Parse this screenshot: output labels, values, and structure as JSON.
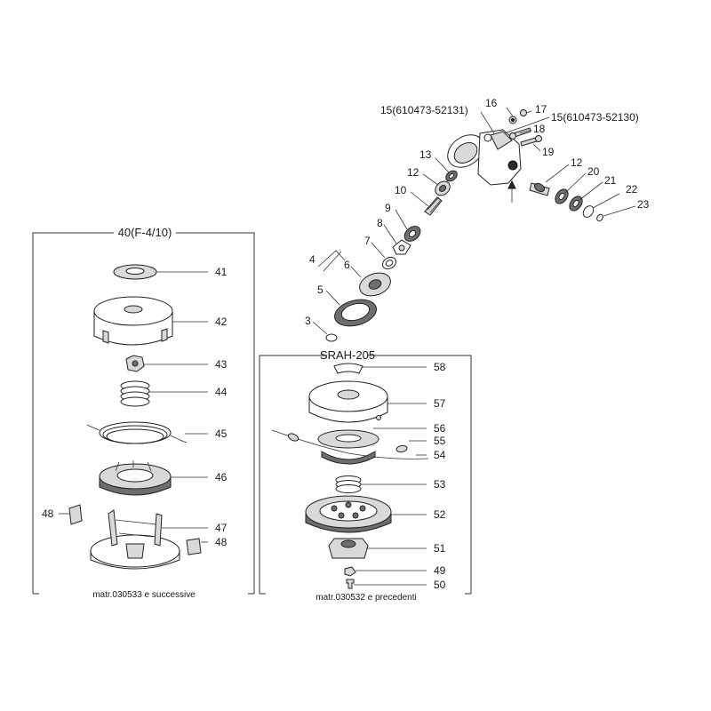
{
  "diagram": {
    "groups": {
      "left": {
        "title": "40(F-4/10)",
        "footer": "matr.030533 e successive"
      },
      "right": {
        "title": "SRAH-205",
        "footer": "matr.030532 e precedenti"
      }
    },
    "labels": {
      "p15a": "15(610473-52131)",
      "p16": "16",
      "p17": "17",
      "p15b": "15(610473-52130)",
      "p18": "18",
      "p19": "19",
      "p13": "13",
      "p12a": "12",
      "p12b": "12",
      "p20": "20",
      "p21": "21",
      "p22": "22",
      "p23": "23",
      "p10": "10",
      "p9": "9",
      "p8": "8",
      "p7": "7",
      "p4": "4",
      "p6": "6",
      "p5": "5",
      "p3": "3",
      "p41": "41",
      "p42": "42",
      "p43": "43",
      "p44": "44",
      "p45": "45",
      "p46": "46",
      "p47": "47",
      "p48a": "48",
      "p48b": "48",
      "p58": "58",
      "p57": "57",
      "p56": "56",
      "p55": "55",
      "p54": "54",
      "p53": "53",
      "p52": "52",
      "p51": "51",
      "p49": "49",
      "p50": "50"
    }
  }
}
